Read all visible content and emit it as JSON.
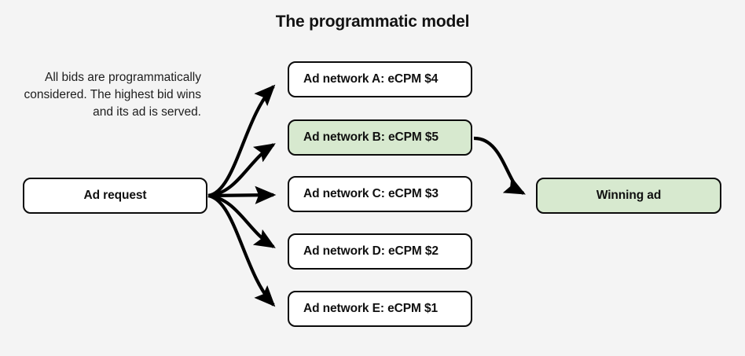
{
  "page": {
    "title": "The programmatic model",
    "background_color": "#f4f4f4",
    "description": "All bids are programmatically considered. The highest bid wins and its ad is served."
  },
  "colors": {
    "node_fill": "#ffffff",
    "node_border": "#0b0b0b",
    "highlight_fill": "#d7e9cf",
    "text": "#101010",
    "arrow": "#000000"
  },
  "nodes": {
    "request": {
      "label": "Ad request"
    },
    "networks": [
      {
        "label": "Ad network A: eCPM $4",
        "highlighted": false
      },
      {
        "label": "Ad network B: eCPM $5",
        "highlighted": true
      },
      {
        "label": "Ad network C: eCPM $3",
        "highlighted": false
      },
      {
        "label": "Ad network D: eCPM $2",
        "highlighted": false
      },
      {
        "label": "Ad network E: eCPM $1",
        "highlighted": false
      }
    ],
    "winner": {
      "label": "Winning ad"
    }
  }
}
